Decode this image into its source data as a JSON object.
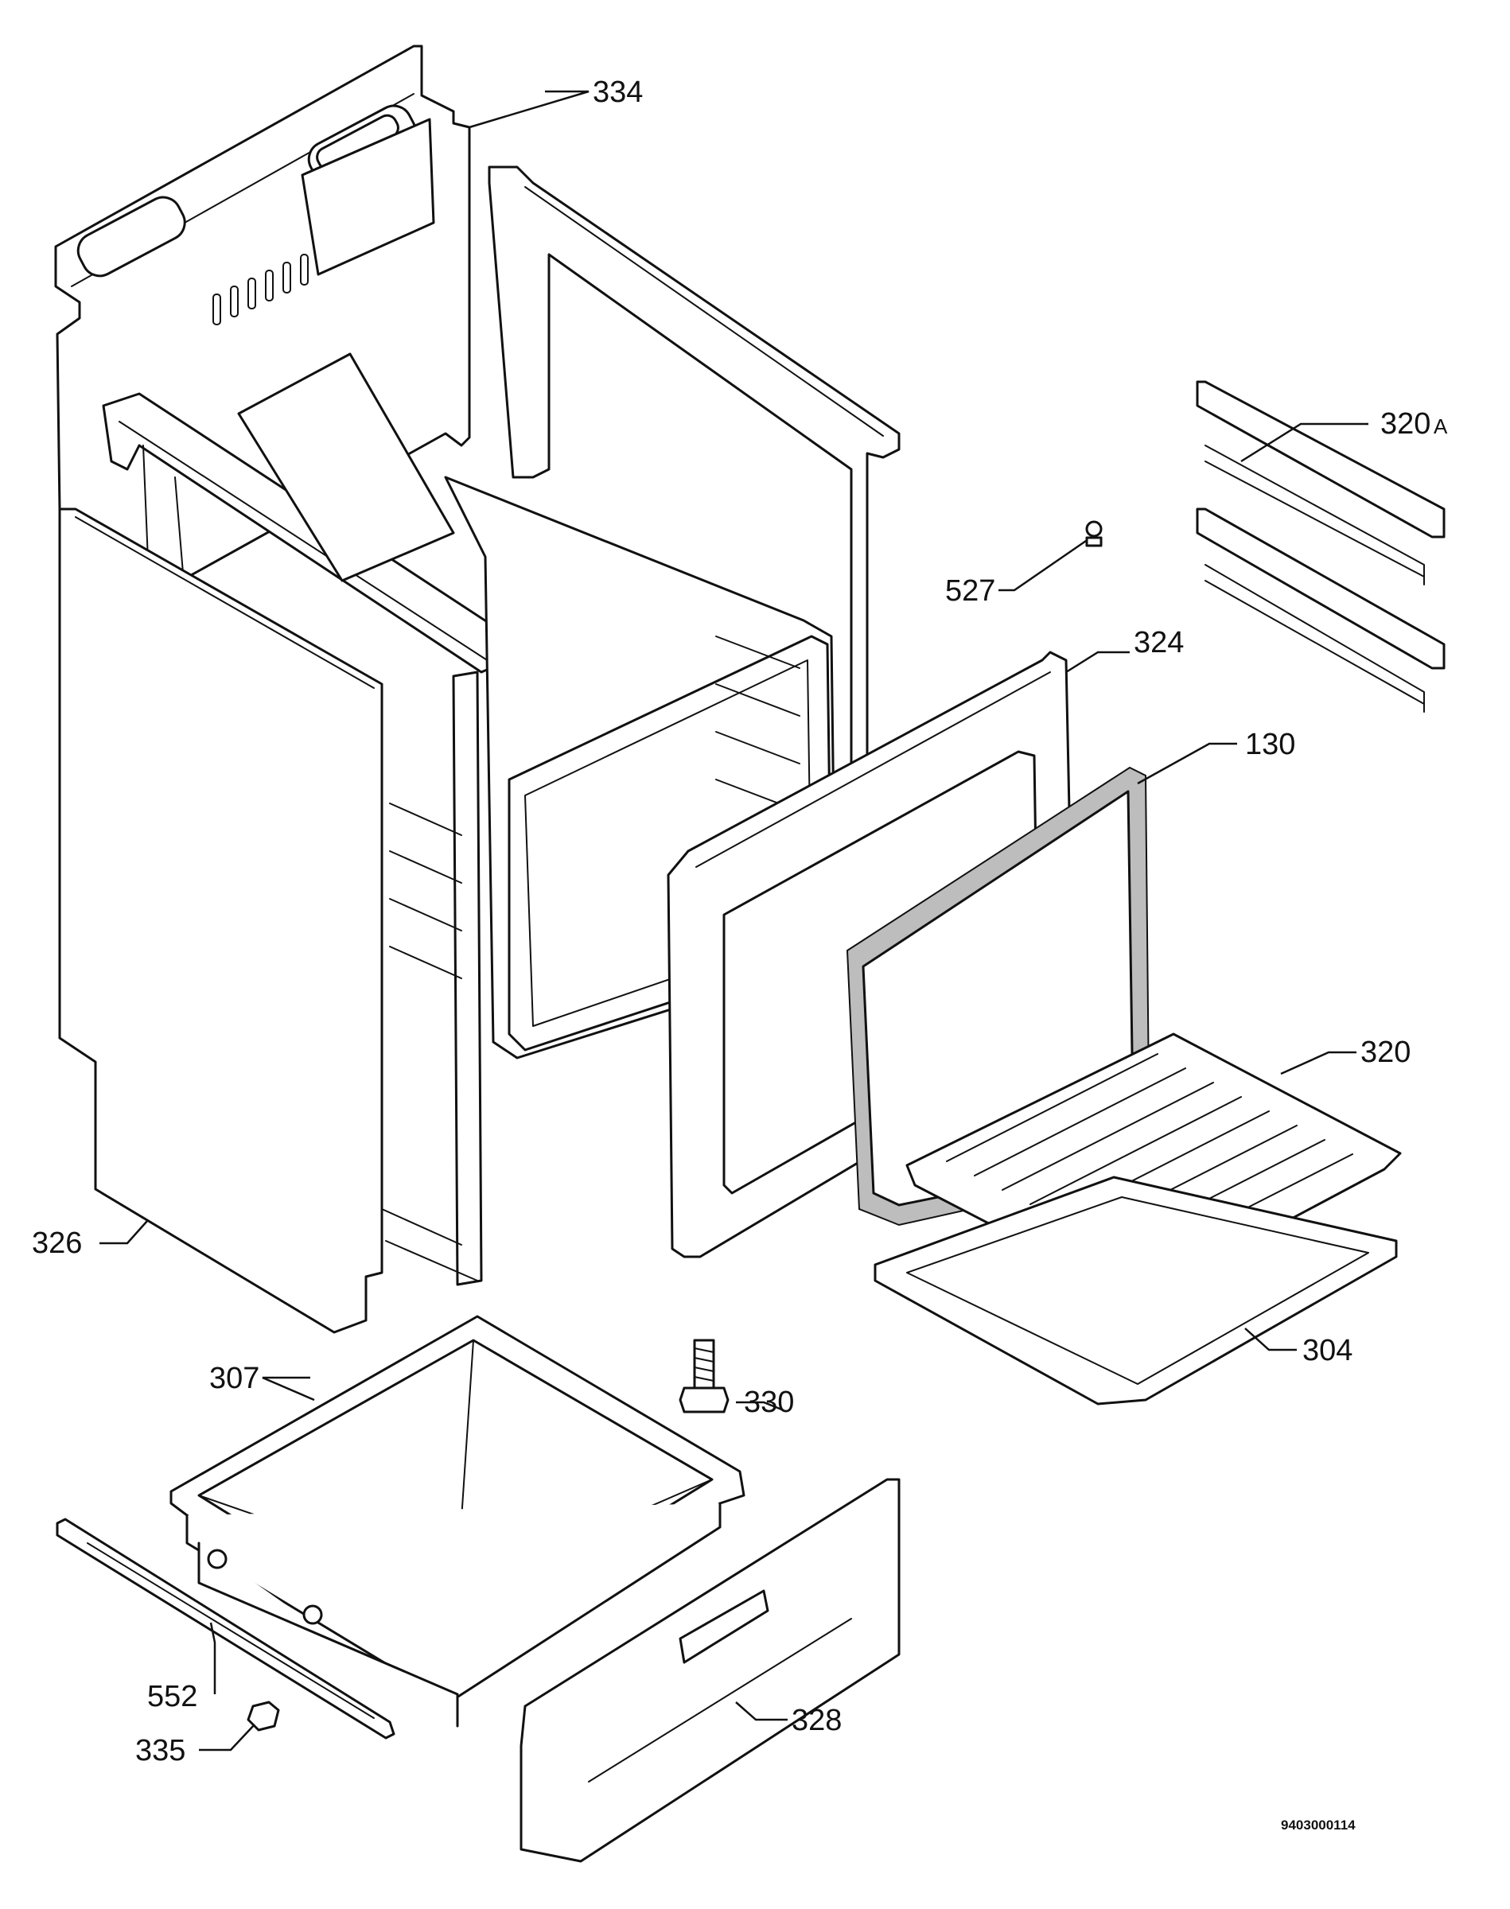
{
  "labels": {
    "p334": "334",
    "p320a_num": "320",
    "p320a_suffix": "A",
    "p527": "527",
    "p324": "324",
    "p130": "130",
    "p320": "320",
    "p326": "326",
    "p304": "304",
    "p307": "307",
    "p330": "330",
    "p552": "552",
    "p328": "328",
    "p335": "335"
  },
  "drawing_code": "9403000114",
  "colors": {
    "line": "#111111",
    "background": "#ffffff",
    "seal": "#bdbdbd"
  }
}
